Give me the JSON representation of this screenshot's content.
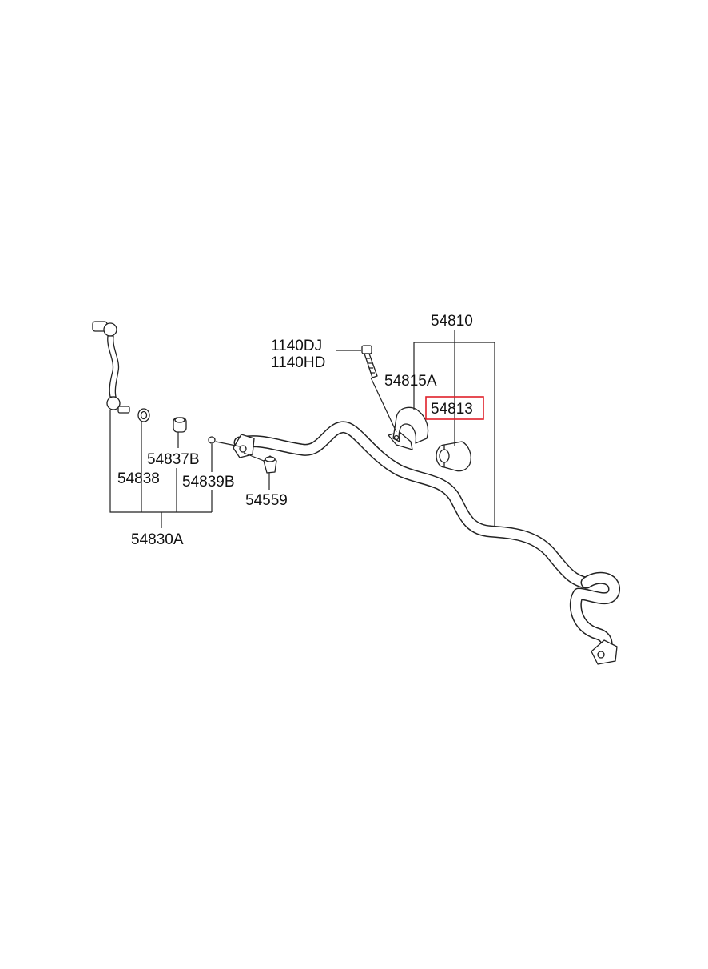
{
  "diagram": {
    "labels": {
      "p54810": "54810",
      "p1140DJ": "1140DJ",
      "p1140HD": "1140HD",
      "p54815A": "54815A",
      "p54813": "54813",
      "p54837B": "54837B",
      "p54838": "54838",
      "p54839B": "54839B",
      "p54559": "54559",
      "p54830A": "54830A"
    },
    "highlighted_part": "54813",
    "highlight_color": "#e0202a",
    "line_color": "#222222"
  }
}
